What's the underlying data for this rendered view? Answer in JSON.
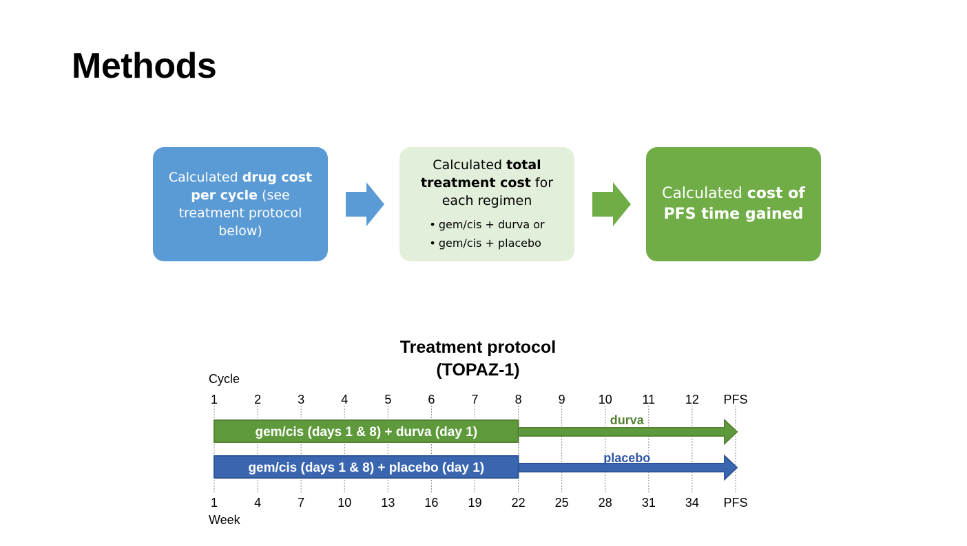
{
  "slide": {
    "title": "Methods"
  },
  "flow": {
    "step1": {
      "prefix": "Calculated ",
      "bold": "drug cost per cycle",
      "suffix": " (see treatment protocol below)",
      "color": "#5b9bd5"
    },
    "step2": {
      "prefix": "Calculated ",
      "bold": "total treatment cost",
      "suffix": " for each regimen",
      "bullets": [
        "gem/cis + durva or",
        "gem/cis + placebo"
      ],
      "color": "#e2efda"
    },
    "step3": {
      "prefix": "Calculated ",
      "bold": "cost of PFS time gained",
      "color": "#70ad47"
    },
    "arrow_colors": [
      "#5b9bd5",
      "#70ad47"
    ]
  },
  "protocol": {
    "title_line1": "Treatment protocol",
    "title_line2": "(TOPAZ-1)",
    "cycle_label": "Cycle",
    "week_label": "Week",
    "cycles": [
      "1",
      "2",
      "3",
      "4",
      "5",
      "6",
      "7",
      "8",
      "9",
      "10",
      "11",
      "12",
      "PFS"
    ],
    "weeks": [
      "1",
      "4",
      "7",
      "10",
      "13",
      "16",
      "19",
      "22",
      "25",
      "28",
      "31",
      "34",
      "PFS"
    ],
    "arms": [
      {
        "bar_label": "gem/cis (days 1 & 8) + durva (day 1)",
        "extension_label": "durva",
        "color": "#548235",
        "fill": "#5e9a3b",
        "label_color": "#548235",
        "end_cycle_index": 7
      },
      {
        "bar_label": "gem/cis (days 1 & 8) + placebo (day 1)",
        "extension_label": "placebo",
        "color": "#2e5597",
        "fill": "#3a66b0",
        "label_color": "#2f56a5",
        "end_cycle_index": 7
      }
    ]
  }
}
